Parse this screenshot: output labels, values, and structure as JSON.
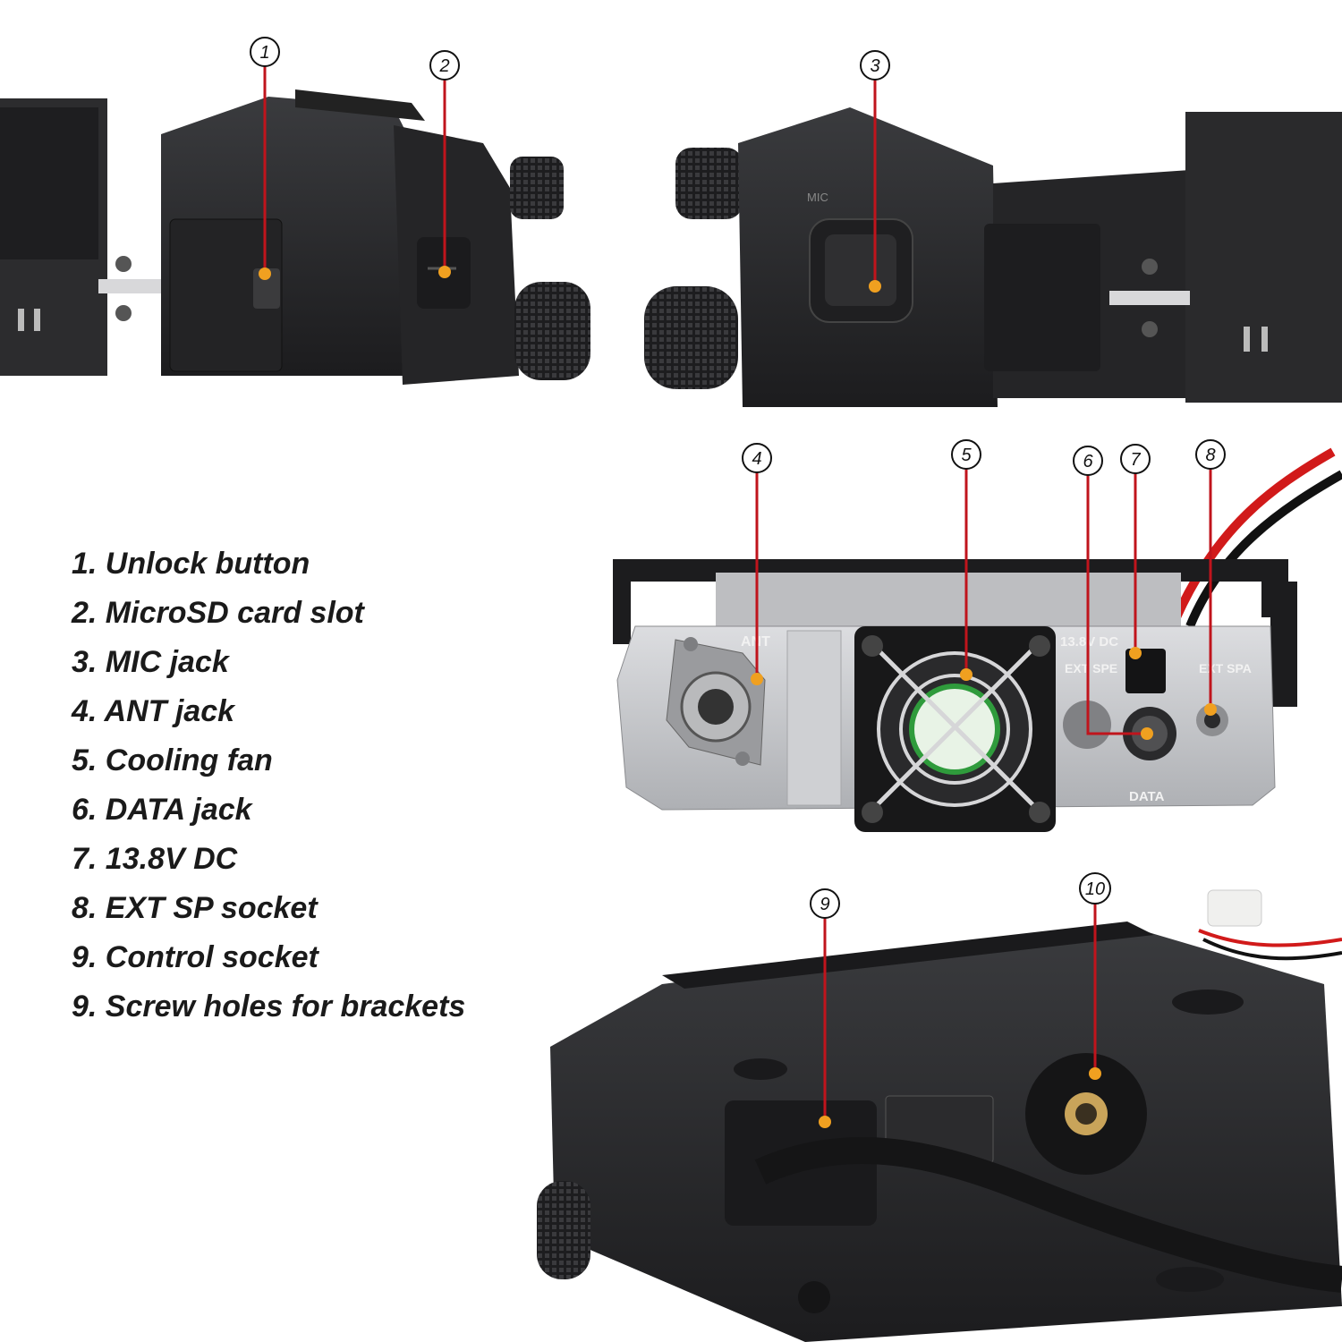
{
  "legend": {
    "items": [
      "1. Unlock button",
      "2. MicroSD card slot",
      "3. MIC jack",
      "4. ANT jack",
      "5. Cooling fan",
      "6. DATA jack",
      "7. 13.8V DC",
      "8. EXT SP socket",
      "9. Control socket",
      "9. Screw holes for brackets"
    ]
  },
  "callouts": [
    "1",
    "2",
    "3",
    "4",
    "5",
    "6",
    "7",
    "8",
    "9",
    "10"
  ],
  "panel_labels": {
    "mic": "MIC",
    "ant": "ANT",
    "dc": "13.8V DC",
    "ext_spe": "EXT SPE",
    "ext_spa": "EXT SPA",
    "data": "DATA"
  },
  "colors": {
    "leader_line": "#c0141c",
    "marker_dot": "#f0a020",
    "radio_body": "#2a2b2d",
    "panel_silver": "#c9cacc"
  }
}
